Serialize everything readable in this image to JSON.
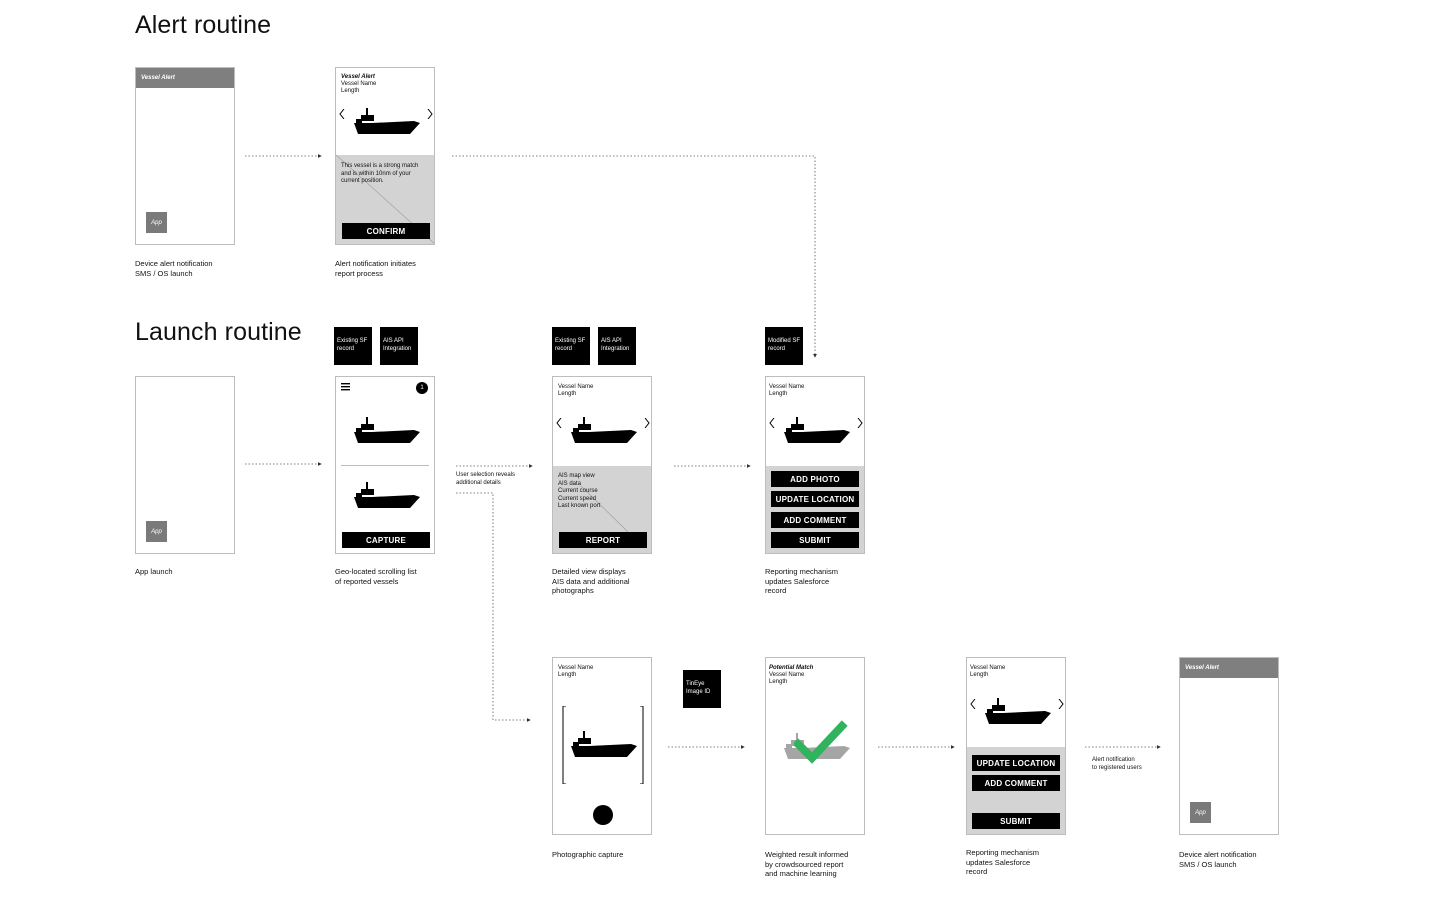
{
  "titles": {
    "alert": "Alert routine",
    "launch": "Launch routine"
  },
  "common": {
    "vessel_alert": "Vessel Alert",
    "vessel_name": "Vessel Name",
    "length": "Length",
    "app": "App",
    "potential_match": "Potential Match"
  },
  "tags": {
    "existing_sf": [
      "Existing SF",
      "record"
    ],
    "ais_api": [
      "AIS API",
      "Integration"
    ],
    "modified_sf": [
      "Modified SF",
      "record"
    ],
    "tineye": [
      "TinEye",
      "Image ID"
    ]
  },
  "alert_text": [
    "This vessel is a strong match",
    "and is within 10nm of your",
    "current position."
  ],
  "ais_lines": [
    "AIS map view",
    "AIS data",
    "Current course",
    "Current speed",
    "Last known port"
  ],
  "badge": "1",
  "buttons": {
    "confirm": "CONFIRM",
    "capture": "CAPTURE",
    "report": "REPORT",
    "add_photo": "ADD PHOTO",
    "update_location": "UPDATE LOCATION",
    "add_comment": "ADD COMMENT",
    "submit": "SUBMIT"
  },
  "flow_labels": {
    "user_selection": [
      "User selection reveals",
      "additional details"
    ],
    "alert_notification": [
      "Alert notification",
      "to registered users"
    ]
  },
  "captions": {
    "c1": [
      "Device alert notification",
      "SMS / OS launch"
    ],
    "c2": [
      "Alert notification initiates",
      "report process"
    ],
    "c3": [
      "App launch"
    ],
    "c4": [
      "Geo-located scrolling list",
      "of reported vessels"
    ],
    "c5": [
      "Detailed view displays",
      "AIS data and additional",
      "photographs"
    ],
    "c6": [
      "Reporting mechanism",
      "updates Salesforce",
      "record"
    ],
    "c7": [
      "Photographic capture"
    ],
    "c8": [
      "Weighted result informed",
      "by crowdsourced report",
      "and machine learning"
    ],
    "c9": [
      "Reporting mechanism",
      "updates Salesforce",
      "record"
    ],
    "c10": [
      "Device alert notification",
      "SMS / OS launch"
    ]
  },
  "colors": {
    "accent_check": "#2fb35c",
    "button": "#000000",
    "panel_gray": "#d3d3d3",
    "alert_bar": "#7f7f7f"
  },
  "icons": [
    "ship-icon",
    "chevron-left-icon",
    "chevron-right-icon",
    "menu-icon",
    "check-icon",
    "shutter-icon"
  ]
}
